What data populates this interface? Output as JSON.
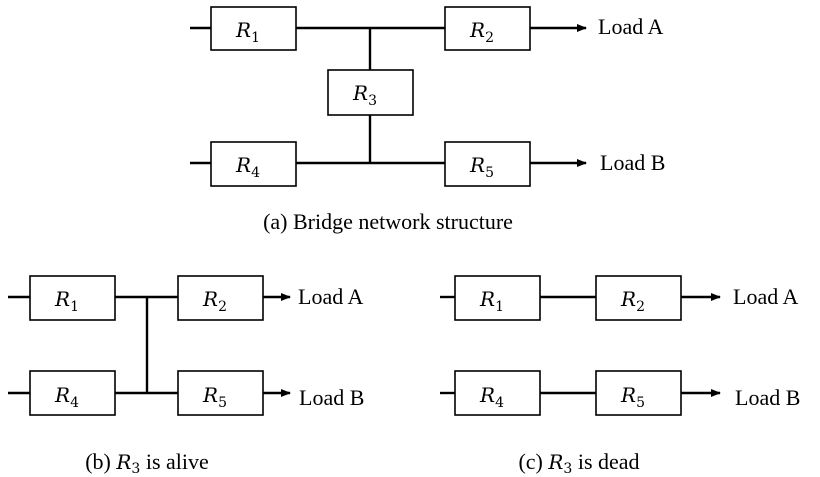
{
  "resistor_symbol": "R",
  "subscripts": {
    "r1": "1",
    "r2": "2",
    "r3": "3",
    "r4": "4",
    "r5": "5"
  },
  "loads": {
    "a": "Load A",
    "b": "Load B"
  },
  "captions": {
    "a": "(a) Bridge network structure",
    "b_prefix": "(b) ",
    "b_suffix": " is alive",
    "c_prefix": "(c) ",
    "c_suffix": " is dead"
  },
  "colors": {
    "line": "#000000",
    "background": "#ffffff"
  }
}
